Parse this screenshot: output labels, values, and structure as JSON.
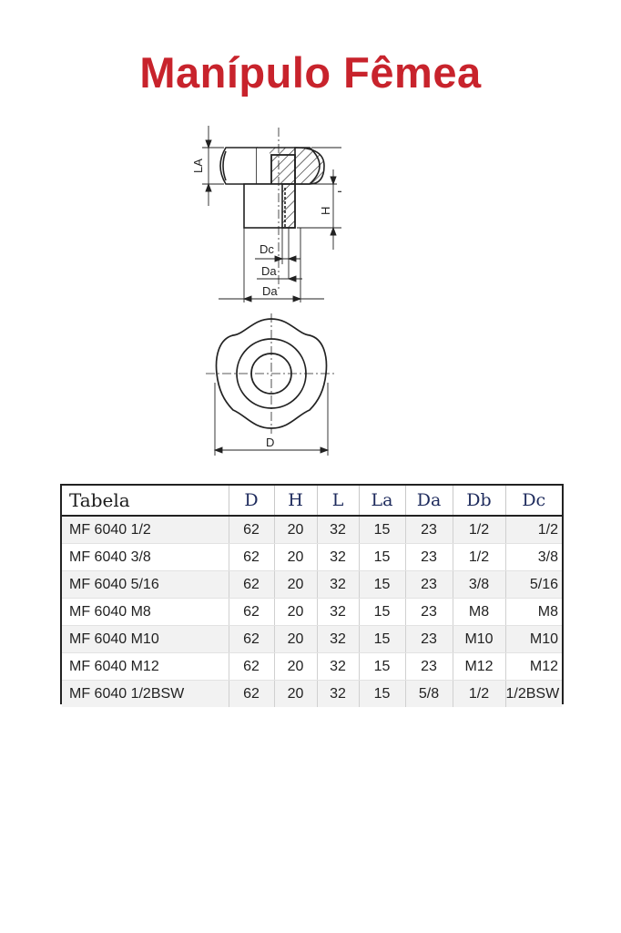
{
  "title": "Manípulo Fêmea",
  "drawing": {
    "labels": {
      "la": "LA",
      "l": "L",
      "h": "H",
      "dc": "Dc",
      "da_inner": "Da",
      "da_outer": "Da",
      "d": "D"
    }
  },
  "table": {
    "headers": [
      "Tabela",
      "D",
      "H",
      "L",
      "La",
      "Da",
      "Db",
      "Dc"
    ],
    "rows": [
      [
        "MF 6040  1/2",
        "62",
        "20",
        "32",
        "15",
        "23",
        "1/2",
        "1/2"
      ],
      [
        "MF 6040  3/8",
        "62",
        "20",
        "32",
        "15",
        "23",
        "1/2",
        "3/8"
      ],
      [
        "MF 6040  5/16",
        "62",
        "20",
        "32",
        "15",
        "23",
        "3/8",
        "5/16"
      ],
      [
        "MF 6040  M8",
        "62",
        "20",
        "32",
        "15",
        "23",
        "M8",
        "M8"
      ],
      [
        "MF 6040  M10",
        "62",
        "20",
        "32",
        "15",
        "23",
        "M10",
        "M10"
      ],
      [
        "MF 6040  M12",
        "62",
        "20",
        "32",
        "15",
        "23",
        "M12",
        "M12"
      ],
      [
        "MF 6040  1/2BSW",
        "62",
        "20",
        "32",
        "15",
        "5/8",
        "1/2",
        "1/2BSW"
      ]
    ]
  }
}
